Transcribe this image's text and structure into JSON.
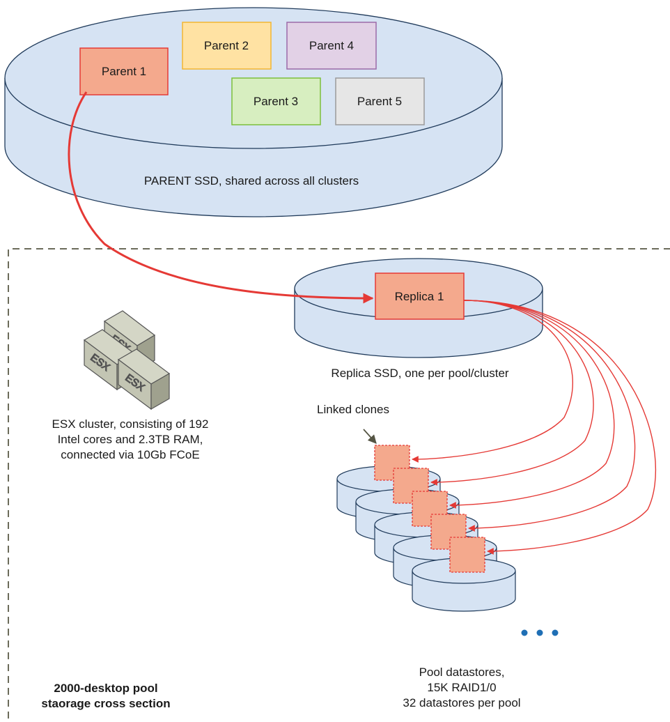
{
  "parent_ssd": {
    "label": "PARENT SSD, shared across all clusters",
    "boxes": [
      {
        "label": "Parent 1",
        "fill": "#f4a98d",
        "stroke": "#e53935"
      },
      {
        "label": "Parent 2",
        "fill": "#ffe2a3",
        "stroke": "#f2b632"
      },
      {
        "label": "Parent 3",
        "fill": "#d7eec0",
        "stroke": "#7cbf3b"
      },
      {
        "label": "Parent 4",
        "fill": "#e2d1e6",
        "stroke": "#9b6ba8"
      },
      {
        "label": "Parent 5",
        "fill": "#e6e6e6",
        "stroke": "#9a9a9a"
      }
    ],
    "fill": "#d6e3f3",
    "stroke": "#1f3a5a"
  },
  "replica": {
    "box_label": "Replica 1",
    "disk_label": "Replica SSD, one per pool/cluster"
  },
  "linked_clones_label": "Linked clones",
  "esx": {
    "box_labels": [
      "ESX",
      "ESX",
      "ESX"
    ],
    "caption_lines": [
      "ESX cluster, consisting of 192",
      "Intel cores and 2.3TB RAM,",
      "connected via 10Gb FCoE"
    ]
  },
  "pool": {
    "caption_lines": [
      "Pool datastores,",
      "15K RAID1/0",
      "32 datastores per pool"
    ]
  },
  "section_title_lines": [
    "2000-desktop pool",
    "staorage cross section"
  ],
  "colors": {
    "arrow": "#e53935",
    "disk_fill": "#d6e3f3",
    "disk_stroke": "#1f3a5a",
    "clone_fill": "#f4a98d",
    "dashed_border": "#6b6b5a",
    "dots": "#1f6fb5"
  }
}
